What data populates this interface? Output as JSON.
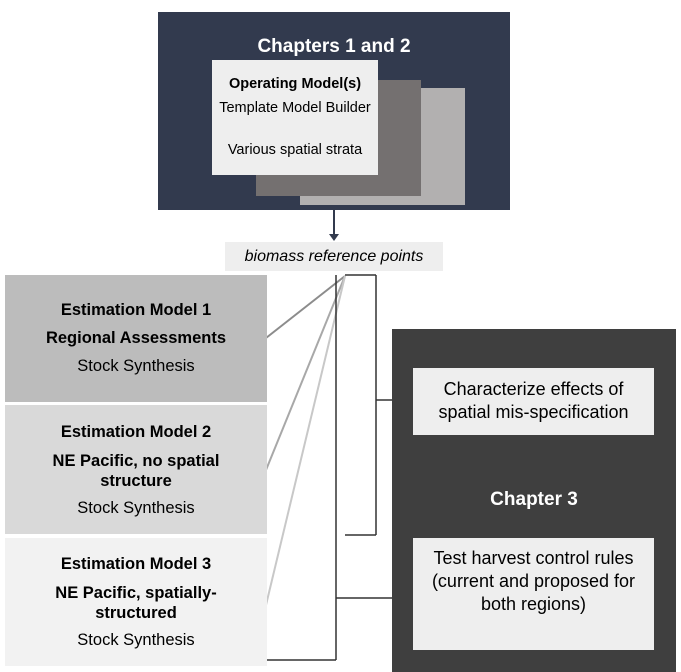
{
  "chapters12": {
    "title": "Chapters 1 and 2",
    "operating_model": {
      "title": "Operating Model(s)",
      "line1": "Template Model Builder",
      "line2": "Various spatial strata"
    }
  },
  "reference": {
    "label": "biomass reference points"
  },
  "estimation_models": [
    {
      "title": "Estimation Model 1",
      "subtitle": "Regional Assessments",
      "method": "Stock Synthesis"
    },
    {
      "title": "Estimation Model 2",
      "subtitle": "NE Pacific, no spatial structure",
      "method": "Stock Synthesis"
    },
    {
      "title": "Estimation Model 3",
      "subtitle": "NE Pacific, spatially-structured",
      "method": "Stock Synthesis"
    }
  ],
  "chapter3": {
    "title": "Chapter 3",
    "characterize": "Characterize effects of spatial mis-specification",
    "test": "Test harvest control rules (current and proposed for both regions)"
  },
  "colors": {
    "chapters12_bg": "#323a4e",
    "chapter3_bg": "#3f3f3f",
    "em1_bg": "#bcbcbc",
    "em2_bg": "#d9d9d9",
    "em3_bg": "#f2f2f2",
    "card_bg": "#eeeeee"
  }
}
